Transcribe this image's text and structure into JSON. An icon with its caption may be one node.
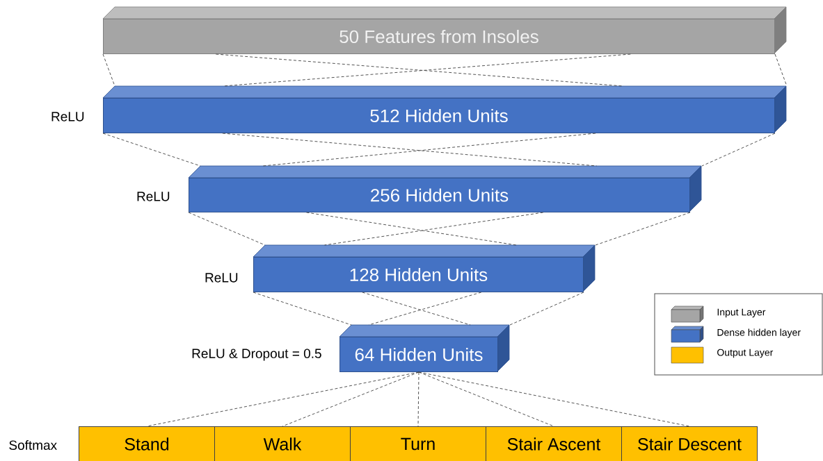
{
  "diagram": {
    "nodes": [
      {
        "text": [
          "50 Features from Insoles"
        ]
      },
      {
        "text": [
          "512 Hidden Units"
        ],
        "beside": [
          "ReLU"
        ]
      },
      {
        "text": [
          "256 Hidden Units"
        ],
        "beside": [
          "ReLU"
        ]
      },
      {
        "text": [
          "128 Hidden Units"
        ],
        "beside": [
          "ReLU"
        ]
      },
      {
        "text": [
          "64 Hidden Units"
        ],
        "beside": [
          "ReLU & Dropout = 0.5"
        ]
      },
      {
        "text": [
          "Stand"
        ]
      },
      {
        "text": [
          "Walk"
        ]
      },
      {
        "text": [
          "Turn"
        ]
      },
      {
        "text": [
          "Stair Ascent"
        ]
      },
      {
        "text": [
          "Stair Descent"
        ]
      }
    ],
    "edges": [
      {
        "from": 0,
        "to": 1,
        "arrow": "none",
        "style": "dashed"
      },
      {
        "from": 0,
        "to": 1,
        "arrow": "none",
        "style": "dashed"
      },
      {
        "from": 0,
        "to": 1,
        "arrow": "none",
        "style": "dashed"
      },
      {
        "from": 0,
        "to": 1,
        "arrow": "none",
        "style": "dashed"
      },
      {
        "from": 1,
        "to": 2,
        "arrow": "none",
        "style": "dashed"
      },
      {
        "from": 1,
        "to": 2,
        "arrow": "none",
        "style": "dashed"
      },
      {
        "from": 1,
        "to": 2,
        "arrow": "none",
        "style": "dashed"
      },
      {
        "from": 1,
        "to": 2,
        "arrow": "none",
        "style": "dashed"
      },
      {
        "from": 2,
        "to": 3,
        "arrow": "none",
        "style": "dashed"
      },
      {
        "from": 2,
        "to": 3,
        "arrow": "none",
        "style": "dashed"
      },
      {
        "from": 2,
        "to": 3,
        "arrow": "none",
        "style": "dashed"
      },
      {
        "from": 2,
        "to": 3,
        "arrow": "none",
        "style": "dashed"
      },
      {
        "from": 3,
        "to": 4,
        "arrow": "none",
        "style": "dashed"
      },
      {
        "from": 3,
        "to": 4,
        "arrow": "none",
        "style": "dashed"
      },
      {
        "from": 3,
        "to": 4,
        "arrow": "none",
        "style": "dashed"
      },
      {
        "from": 3,
        "to": 4,
        "arrow": "none",
        "style": "dashed"
      },
      {
        "from": 4,
        "to": 5,
        "arrow": "none",
        "style": "dashed"
      },
      {
        "from": 4,
        "to": 6,
        "arrow": "none",
        "style": "dashed"
      },
      {
        "from": 4,
        "to": 7,
        "arrow": "none",
        "style": "dashed"
      },
      {
        "from": 4,
        "to": 8,
        "arrow": "none",
        "style": "dashed"
      },
      {
        "from": 4,
        "to": 9,
        "arrow": "none",
        "style": "dashed"
      }
    ],
    "labels": [
      "Softmax"
    ],
    "legend": [
      {
        "text": "Input Layer",
        "color": "#a5a5a5"
      },
      {
        "text": "Dense hidden layer",
        "color": "#4472c4"
      },
      {
        "text": "Output Layer",
        "color": "#ffc000"
      }
    ]
  }
}
